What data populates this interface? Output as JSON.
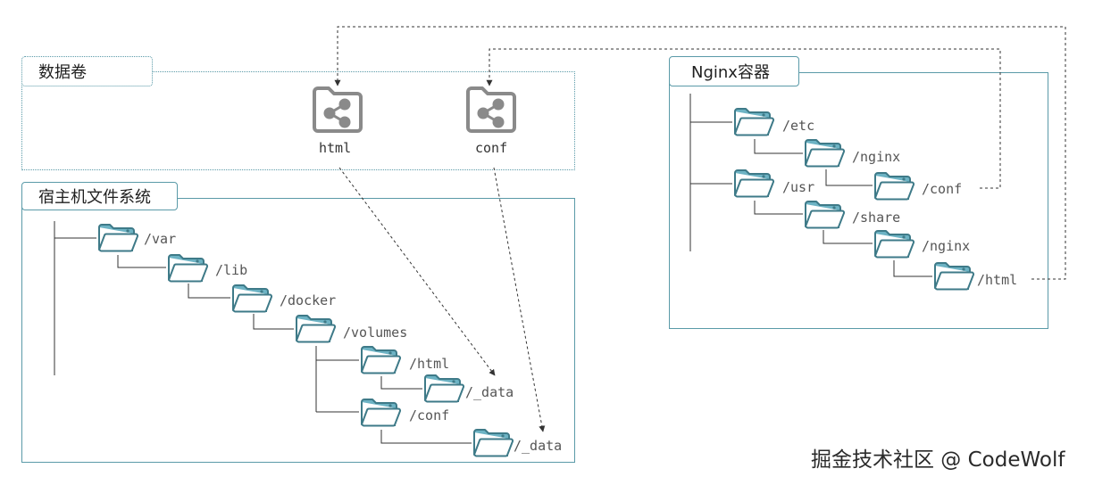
{
  "panels": {
    "volumes": {
      "title": "数据卷"
    },
    "host": {
      "title": "宿主机文件系统"
    },
    "nginx": {
      "title": "Nginx容器"
    }
  },
  "volumes": {
    "html": {
      "label": "html",
      "icon": "share-folder-icon"
    },
    "conf": {
      "label": "conf",
      "icon": "share-folder-icon"
    }
  },
  "host_tree": {
    "var": "/var",
    "lib": "/lib",
    "docker": "/docker",
    "volumes": "/volumes",
    "html": "/html",
    "html_data": "/_data",
    "conf": "/conf",
    "conf_data": "/_data"
  },
  "nginx_tree": {
    "etc": "/etc",
    "nginx": "/nginx",
    "conf": "/conf",
    "usr": "/usr",
    "share": "/share",
    "share_nginx": "/nginx",
    "html": "/html"
  },
  "icons": {
    "folder": "folder-icon"
  },
  "colors": {
    "border": "#5a9aa8",
    "folder_outline": "#3e7a88",
    "folder_tab": "#6db3c4",
    "volume_icon": "#8a8a8a",
    "line": "#333333"
  },
  "watermark": "掘金技术社区 @ CodeWolf"
}
